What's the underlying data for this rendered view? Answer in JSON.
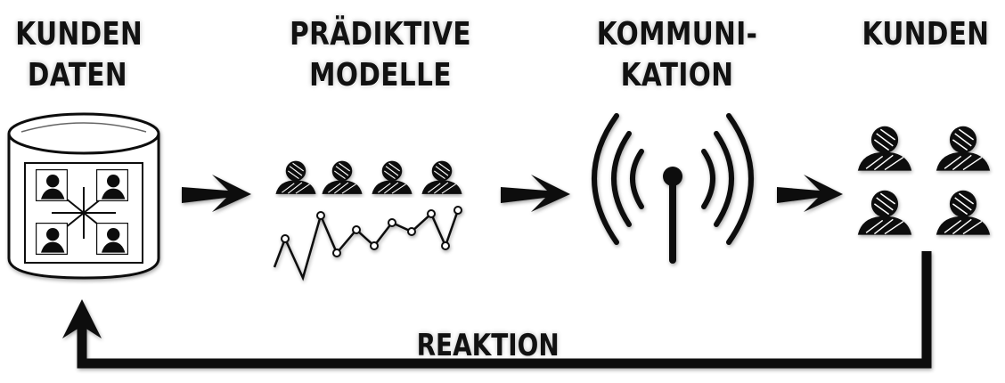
{
  "stages": [
    {
      "id": "kundendaten",
      "lines": [
        "KUNDEN",
        "DATEN"
      ]
    },
    {
      "id": "modelle",
      "lines": [
        "PRÄDIKTIVE",
        "MODELLE"
      ]
    },
    {
      "id": "kommunikation",
      "lines": [
        "KOMMUNI-",
        "KATION"
      ]
    },
    {
      "id": "kunden",
      "lines": [
        "KUNDEN"
      ]
    }
  ],
  "feedback_label": "REAKTION",
  "colors": {
    "ink": "#111111",
    "background": "#ffffff",
    "shadow": "#9a9a9a"
  },
  "icons": [
    "database-icon",
    "people-icon",
    "line-chart-icon",
    "antenna-signal-icon",
    "customers-icon",
    "arrow-right-icon",
    "feedback-arrow-icon"
  ]
}
